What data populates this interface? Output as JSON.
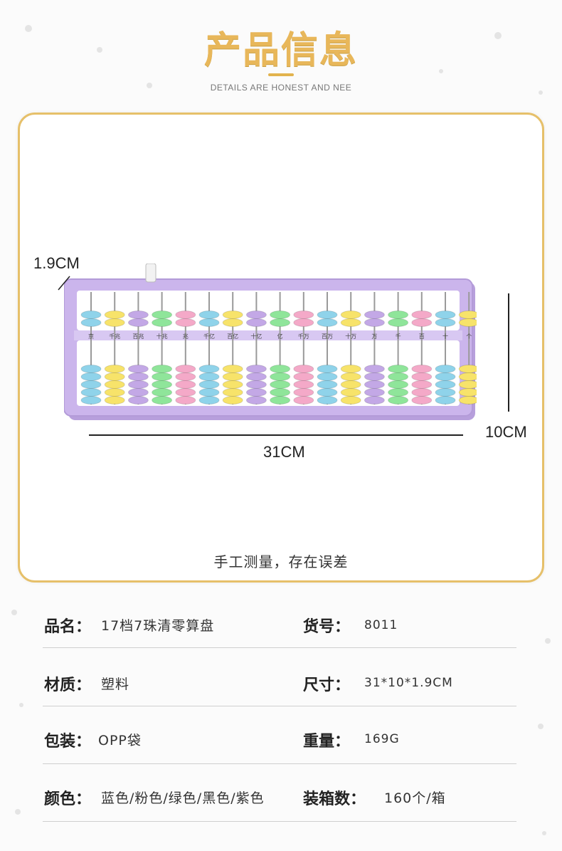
{
  "header": {
    "title": "产品信息",
    "subtitle": "DETAILS ARE HONEST AND NEE"
  },
  "diagram": {
    "dim_depth": "1.9CM",
    "dim_height": "10CM",
    "dim_width": "31CM",
    "note": "手工测量，存在误差",
    "abacus": {
      "frame_color": "#c9b3ea",
      "bead_colors": [
        "#8fd3ea",
        "#f7e36a",
        "#c3a8e6",
        "#8fe59a",
        "#f4a9c8",
        "#8fd3ea",
        "#f7e36a",
        "#c3a8e6",
        "#8fe59a",
        "#f4a9c8",
        "#8fd3ea",
        "#f7e36a",
        "#c3a8e6",
        "#8fe59a",
        "#f4a9c8",
        "#8fd3ea",
        "#f7e36a"
      ],
      "place_labels": [
        "京",
        "千兆",
        "百兆",
        "十兆",
        "兆",
        "千亿",
        "百亿",
        "十亿",
        "亿",
        "千万",
        "百万",
        "十万",
        "万",
        "千",
        "百",
        "十",
        "个"
      ]
    }
  },
  "specs": [
    {
      "label1": "品名：",
      "value1": "17档7珠清零算盘",
      "label2": "货号：",
      "value2": "8011"
    },
    {
      "label1": "材质：",
      "value1": "塑料",
      "label2": "尺寸：",
      "value2": "31*10*1.9CM"
    },
    {
      "label1": "包装：",
      "value1": "OPP袋",
      "label2": "重量：",
      "value2": "169G"
    },
    {
      "label1": "颜色：",
      "value1": "蓝色/粉色/绿色/黑色/紫色",
      "label2": "装箱数：",
      "value2": "160个/箱"
    }
  ]
}
